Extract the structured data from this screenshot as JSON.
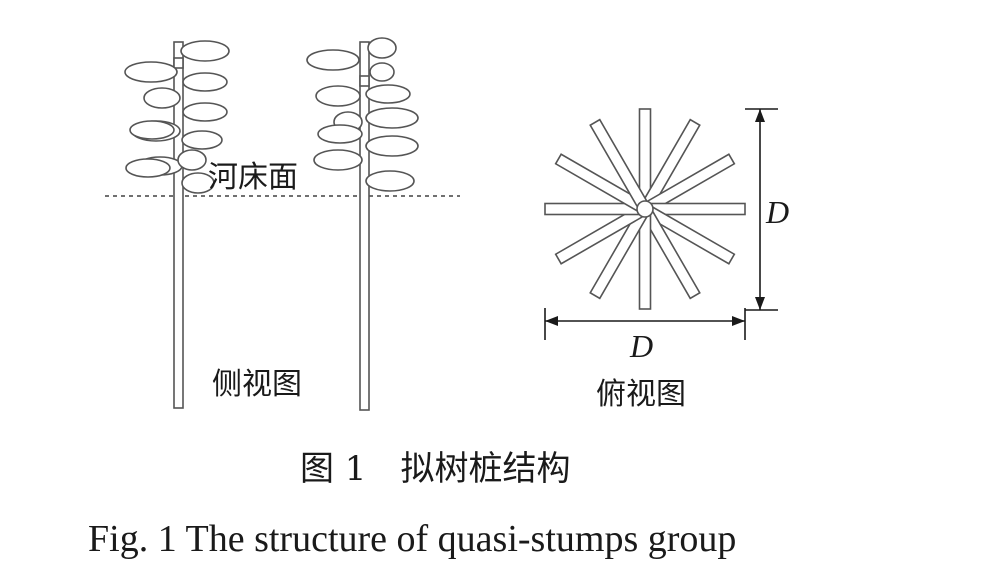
{
  "labels": {
    "riverbed": "河床面",
    "side_view": "侧视图",
    "top_view": "俯视图",
    "dim_vertical": "D",
    "dim_horizontal": "D"
  },
  "caption": {
    "chinese": "图 1　拟树桩结构",
    "english": "Fig. 1    The structure of quasi-stumps group"
  },
  "colors": {
    "stroke": "#555555",
    "text": "#1a1a1a",
    "background": "#ffffff"
  }
}
